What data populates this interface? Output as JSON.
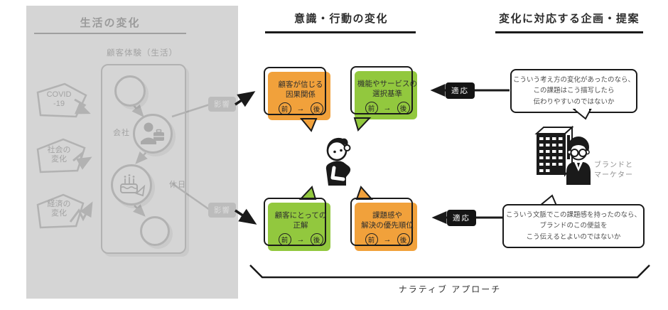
{
  "colors": {
    "orange": "#F1A13B",
    "green": "#92C83E",
    "panel_bg": "#D5D5D5",
    "panel_ink": "#A3A3A3",
    "ink": "#1A1A1A"
  },
  "icons": {
    "customer": "person-silhouette",
    "company": "worker-with-briefcase",
    "holiday": "birthday-cake",
    "brand": "office-building",
    "marketer": "person-with-glasses"
  },
  "left_panel": {
    "title": "生活の変化",
    "subtitle": "顧客体験（生活）",
    "factors": [
      {
        "line1": "COVID",
        "line2": "-19"
      },
      {
        "line1": "社会の",
        "line2": "変化"
      },
      {
        "line1": "経済の",
        "line2": "変化"
      }
    ],
    "company_label": "会社",
    "holiday_label": "休日",
    "influence_badge": "影響"
  },
  "middle": {
    "title": "意識・行動の変化",
    "bubbles": [
      {
        "line1": "顧客が信じる",
        "line2": "因果関係",
        "before": "前",
        "arrow": "→",
        "after": "後"
      },
      {
        "line1": "機能やサービスの",
        "line2": "選択基準",
        "before": "前",
        "arrow": "→",
        "after": "後"
      },
      {
        "line1": "顧客にとっての",
        "line2": "正解",
        "before": "前",
        "arrow": "→",
        "after": "後"
      },
      {
        "line1": "課題感や",
        "line2": "解決の優先順位",
        "before": "前",
        "arrow": "→",
        "after": "後"
      }
    ]
  },
  "right": {
    "title": "変化に対応する企画・提案",
    "adapt_badge": "適応",
    "top_bubble": {
      "line1": "こういう考え方の変化があったのなら、",
      "line2": "この課題はこう描写したら",
      "line3": "伝わりやすいのではないか"
    },
    "bottom_bubble": {
      "line1": "こういう文脈でこの課題感を持ったのなら、",
      "line2": "ブランドのこの便益を",
      "line3": "こう伝えるとよいのではないか"
    },
    "marketer_label": {
      "line1": "ブランドと",
      "line2": "マーケター"
    }
  },
  "footer": {
    "brace_label": "ナラティブ アプローチ"
  }
}
